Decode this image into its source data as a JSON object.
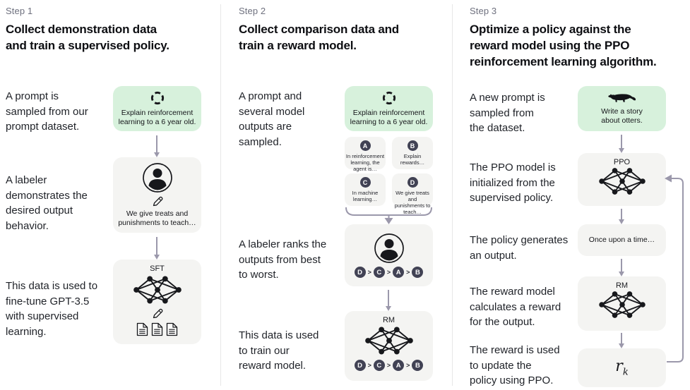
{
  "colors": {
    "prompt_box_green": "#d7f1dc",
    "figure_box_gray": "#f4f4f2",
    "badge_dark": "#414254",
    "arrow_purple_gray": "#9b98ab"
  },
  "step1": {
    "label": "Step 1",
    "title": "Collect demonstration data\nand train a supervised policy.",
    "caption_prompt": "A prompt is\nsampled from our\nprompt dataset.",
    "prompt_box": "Explain reinforcement\nlearning to a 6 year old.",
    "caption_labeler": "A labeler\ndemonstrates the\ndesired output\nbehavior.",
    "labeler_box": "We give treats and\npunishments to teach…",
    "caption_sft": "This data is used to\nfine-tune GPT-3.5\nwith supervised\nlearning.",
    "sft_label": "SFT"
  },
  "step2": {
    "label": "Step 2",
    "title": "Collect comparison data and\ntrain a reward model.",
    "caption_prompt": "A prompt and\nseveral model\noutputs are\nsampled.",
    "prompt_box": "Explain reinforcement\nlearning to a 6 year old.",
    "outputs": [
      {
        "badge": "A",
        "text": "In reinforcement\nlearning, the\nagent is…"
      },
      {
        "badge": "B",
        "text": "Explain rewards…"
      },
      {
        "badge": "C",
        "text": "In machine\nlearning…"
      },
      {
        "badge": "D",
        "text": "We give treats and\npunishments to\nteach…"
      }
    ],
    "caption_rank": "A labeler ranks the\noutputs from best\nto worst.",
    "ranking": [
      "D",
      "C",
      "A",
      "B"
    ],
    "ranking_separator": ">",
    "caption_rm": "This data is used\nto train our\nreward model.",
    "rm_label": "RM"
  },
  "step3": {
    "label": "Step 3",
    "title": "Optimize a policy against the\nreward model using the PPO\nreinforcement learning algorithm.",
    "caption_prompt": "A new prompt is\nsampled from\nthe dataset.",
    "prompt_box": "Write a story\nabout otters.",
    "caption_ppo": "The PPO model is\ninitialized from the\nsupervised policy.",
    "ppo_label": "PPO",
    "caption_output": "The policy generates\nan output.",
    "output_box": "Once upon a time…",
    "caption_rm": "The reward model\ncalculates a reward\nfor the output.",
    "rm_label": "RM",
    "caption_reward": "The reward is used\nto update the\npolicy using PPO.",
    "reward_base": "r",
    "reward_sub": "k"
  }
}
